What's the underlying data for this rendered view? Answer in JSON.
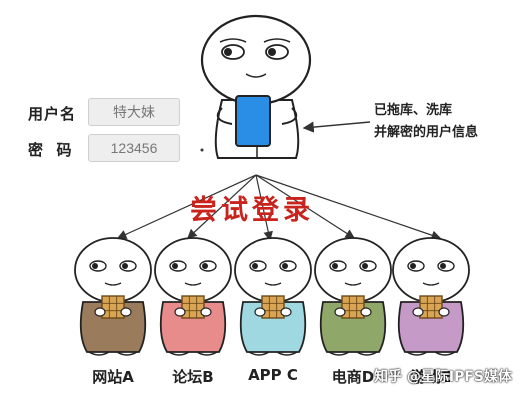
{
  "login": {
    "username_label": "用户名",
    "username_value": "特大妹",
    "password_label": "密  码",
    "password_value": "123456"
  },
  "note": {
    "line1": "已拖库、洗库",
    "line2": "并解密的用户信息"
  },
  "headline": "尝试登录",
  "sites": [
    {
      "label": "网站A",
      "shirt_color": "#9a7b5c"
    },
    {
      "label": "论坛B",
      "shirt_color": "#e88b8b"
    },
    {
      "label": "APP C",
      "shirt_color": "#9fd8e0"
    },
    {
      "label": "电商D",
      "shirt_color": "#8fa86a"
    },
    {
      "label": "游戏E",
      "shirt_color": "#c59ac7"
    }
  ],
  "watermark": "知乎 @星际IPFS媒体",
  "colors": {
    "phone": "#2a8ee6",
    "headline": "#c8231c",
    "cube": "#d9a453"
  }
}
